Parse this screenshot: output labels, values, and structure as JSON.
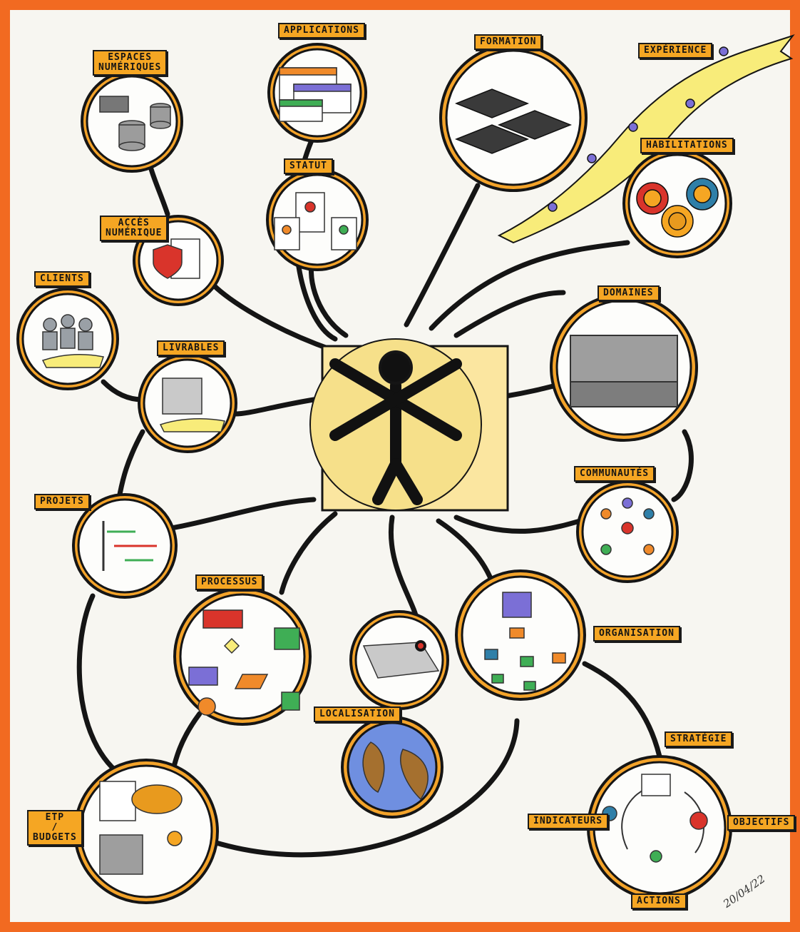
{
  "center": {
    "name": "vitruvian-figure"
  },
  "labels": {
    "espaces": "ESPACES\nNUMÉRIQUES",
    "applications": "APPLICATIONS",
    "formation": "FORMATION",
    "experience": "EXPÉRIENCE",
    "habilitations": "HABILITATIONS",
    "statut": "STATUT",
    "acces": "ACCÈS\nNUMÉRIQUE",
    "clients": "CLIENTS",
    "livrables": "LIVRABLES",
    "domaines": "DOMAINES",
    "communautes": "COMMUNAUTÉS",
    "projets": "PROJETS",
    "processus": "PROCESSUS",
    "organisation": "ORGANISATION",
    "localisation": "LOCALISATION",
    "strategie": "STRATÉGIE",
    "indicateurs": "INDICATEURS",
    "objectifs": "OBJECTIFS",
    "actions": "ACTIONS",
    "etp": "ETP\n/\nBUDGETS"
  },
  "signature": "20/04/22",
  "colors": {
    "frame": "#f26a21",
    "label_bg": "#f5a623",
    "node_ring": "#f3a32a",
    "line": "#151515",
    "center_fill": "#fbe6a0"
  }
}
